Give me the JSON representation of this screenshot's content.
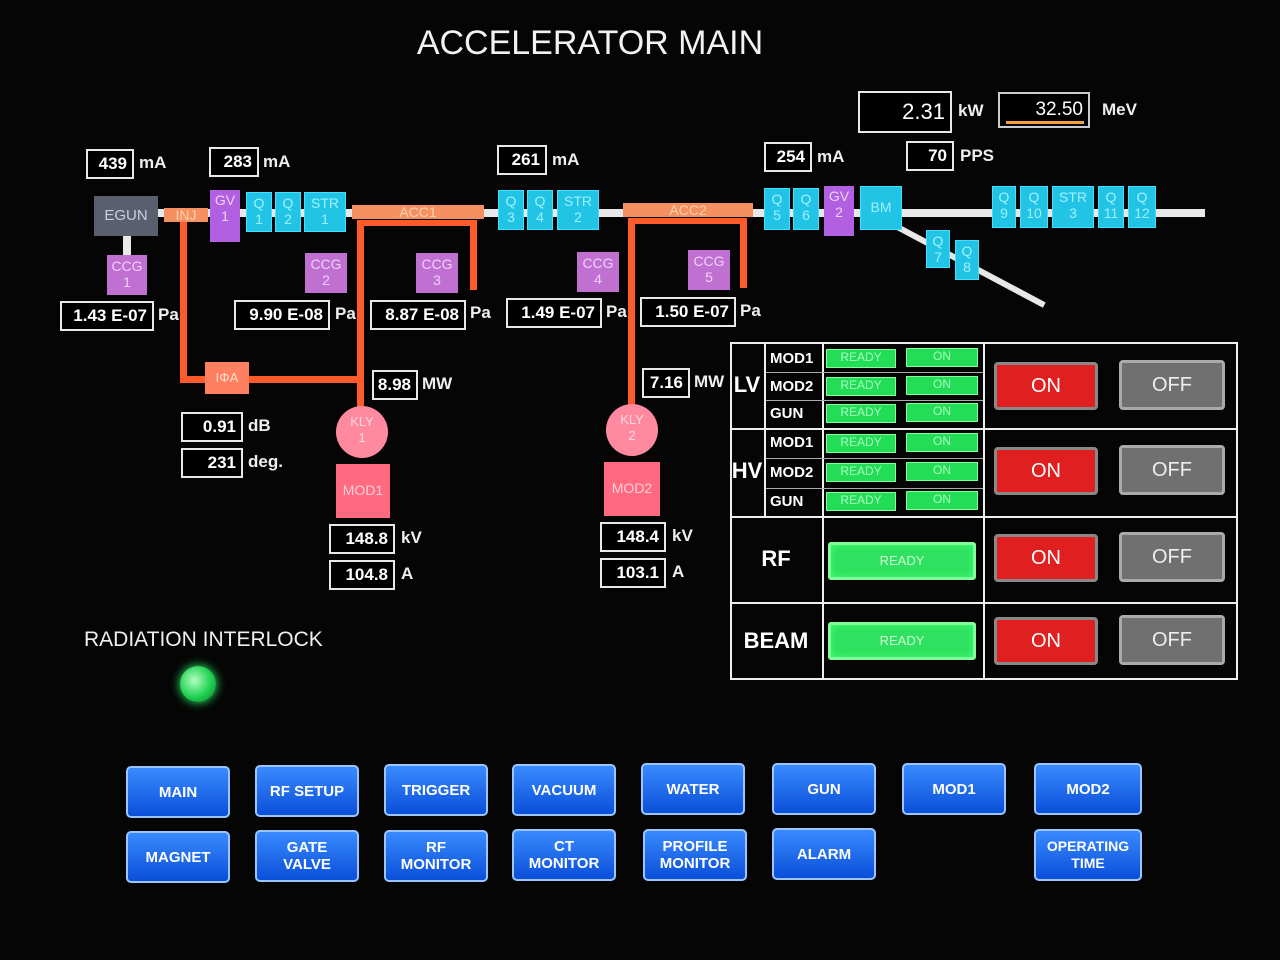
{
  "title": "ACCELERATOR MAIN",
  "power": {
    "value": "2.31",
    "unit": "kW"
  },
  "energy": {
    "value": "32.50",
    "unit": "MeV"
  },
  "rate": {
    "value": "70",
    "unit": "PPS"
  },
  "currents": [
    {
      "value": "439",
      "unit": "mA"
    },
    {
      "value": "283",
      "unit": "mA"
    },
    {
      "value": "261",
      "unit": "mA"
    },
    {
      "value": "254",
      "unit": "mA"
    }
  ],
  "beamline": {
    "egun": "EGUN",
    "inj": "INJ",
    "acc1": "ACC1",
    "acc2": "ACC2",
    "bm": "BM",
    "gv1": "GV\n1",
    "gv2": "GV\n2",
    "q1": "Q\n1",
    "q2": "Q\n2",
    "q3": "Q\n3",
    "q4": "Q\n4",
    "q5": "Q\n5",
    "q6": "Q\n6",
    "q7": "Q\n7",
    "q8": "Q\n8",
    "q9": "Q\n9",
    "q10": "Q\n10",
    "q11": "Q\n11",
    "q12": "Q\n12",
    "str1": "STR\n1",
    "str2": "STR\n2",
    "str3": "STR\n3",
    "ccg1": "CCG\n1",
    "ccg2": "CCG\n2",
    "ccg3": "CCG\n3",
    "ccg4": "CCG\n4",
    "ccg5": "CCG\n5",
    "kly1": "KLY\n1",
    "kly2": "KLY\n2",
    "mod1": "MOD1",
    "mod2": "MOD2",
    "iphi": "IΦA"
  },
  "pressures": [
    {
      "value": "1.43 E-07",
      "unit": "Pa"
    },
    {
      "value": "9.90 E-08",
      "unit": "Pa"
    },
    {
      "value": "8.87 E-08",
      "unit": "Pa"
    },
    {
      "value": "1.49 E-07",
      "unit": "Pa"
    },
    {
      "value": "1.50 E-07",
      "unit": "Pa"
    }
  ],
  "rf_power": [
    {
      "value": "8.98",
      "unit": "MW"
    },
    {
      "value": "7.16",
      "unit": "MW"
    }
  ],
  "phase": {
    "atten": {
      "value": "0.91",
      "unit": "dB"
    },
    "angle": {
      "value": "231",
      "unit": "deg."
    }
  },
  "modulators": [
    {
      "kv": "148.8",
      "kv_unit": "kV",
      "a": "104.8",
      "a_unit": "A"
    },
    {
      "kv": "148.4",
      "kv_unit": "kV",
      "a": "103.1",
      "a_unit": "A"
    }
  ],
  "panel": {
    "lv": "LV",
    "hv": "HV",
    "rf": "RF",
    "beam": "BEAM",
    "mod1": "MOD1",
    "mod2": "MOD2",
    "gun": "GUN",
    "ready": "READY",
    "on_state": "ON",
    "on": "ON",
    "off": "OFF"
  },
  "radiation_interlock": "RADIATION INTERLOCK",
  "nav": {
    "main": "MAIN",
    "rf_setup": "RF SETUP",
    "trigger": "TRIGGER",
    "vacuum": "VACUUM",
    "water": "WATER",
    "gun": "GUN",
    "mod1": "MOD1",
    "mod2": "MOD2",
    "magnet": "MAGNET",
    "gate_valve": "GATE\nVALVE",
    "rf_monitor": "RF\nMONITOR",
    "ct_monitor": "CT\nMONITOR",
    "profile_monitor": "PROFILE\nMONITOR",
    "alarm": "ALARM",
    "operating_time": "OPERATING\nTIME"
  },
  "colors": {
    "quad": "#22c4e6",
    "gate_valve": "#b060e0",
    "waveguide": "#ff5a2a",
    "ready_green": "#22dd55",
    "on_red": "#e02020",
    "nav_blue": "#0a4fd8"
  }
}
